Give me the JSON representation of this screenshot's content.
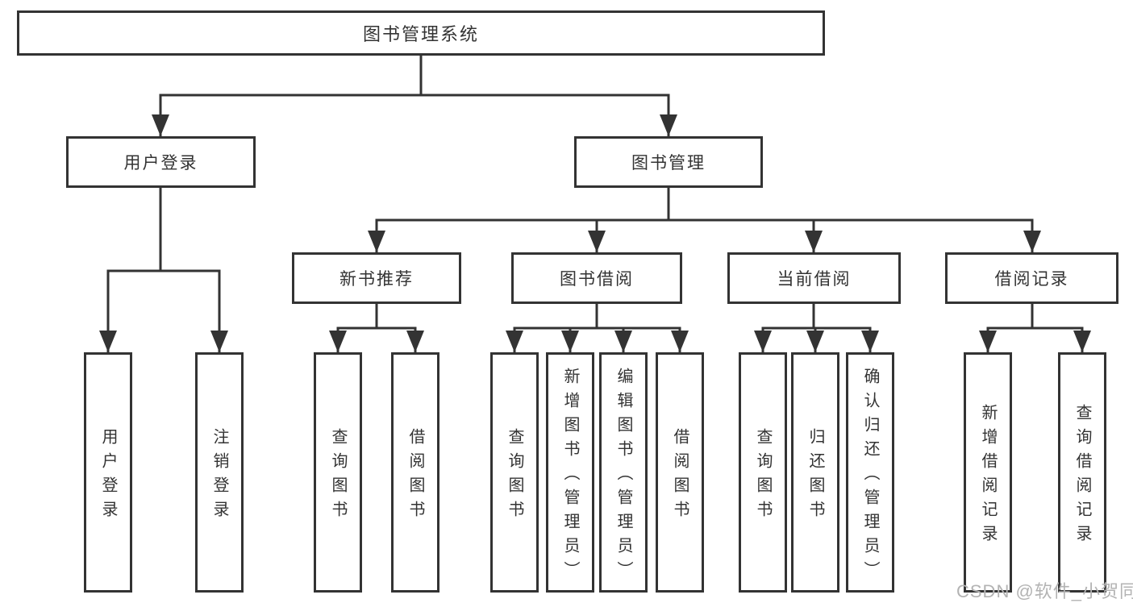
{
  "diagram": {
    "root": {
      "label": "图书管理系统"
    },
    "level2": [
      {
        "id": "user-login",
        "label": "用户登录"
      },
      {
        "id": "book-management",
        "label": "图书管理"
      }
    ],
    "level3": [
      {
        "id": "new-book-recommendation",
        "label": "新书推荐",
        "parent": "book-management"
      },
      {
        "id": "book-borrowing",
        "label": "图书借阅",
        "parent": "book-management"
      },
      {
        "id": "current-borrowing",
        "label": "当前借阅",
        "parent": "book-management"
      },
      {
        "id": "borrowing-records",
        "label": "借阅记录",
        "parent": "book-management"
      }
    ],
    "leaves": [
      {
        "label": "用户登录",
        "parent": "user-login"
      },
      {
        "label": "注销登录",
        "parent": "user-login"
      },
      {
        "label": "查询图书",
        "parent": "new-book-recommendation"
      },
      {
        "label": "借阅图书",
        "parent": "new-book-recommendation"
      },
      {
        "label": "查询图书",
        "parent": "book-borrowing"
      },
      {
        "label": "新增图书（管理员）",
        "parent": "book-borrowing"
      },
      {
        "label": "编辑图书（管理员）",
        "parent": "book-borrowing"
      },
      {
        "label": "借阅图书",
        "parent": "book-borrowing"
      },
      {
        "label": "查询图书",
        "parent": "current-borrowing"
      },
      {
        "label": "归还图书",
        "parent": "current-borrowing"
      },
      {
        "label": "确认归还（管理员）",
        "parent": "current-borrowing"
      },
      {
        "label": "新增借阅记录",
        "parent": "borrowing-records"
      },
      {
        "label": "查询借阅记录",
        "parent": "borrowing-records"
      }
    ],
    "watermark": "CSDN @软件_小贺同学",
    "colors": {
      "line": "#333333",
      "text": "#333333",
      "watermark": "#b3b3b3",
      "background": "#ffffff"
    }
  }
}
